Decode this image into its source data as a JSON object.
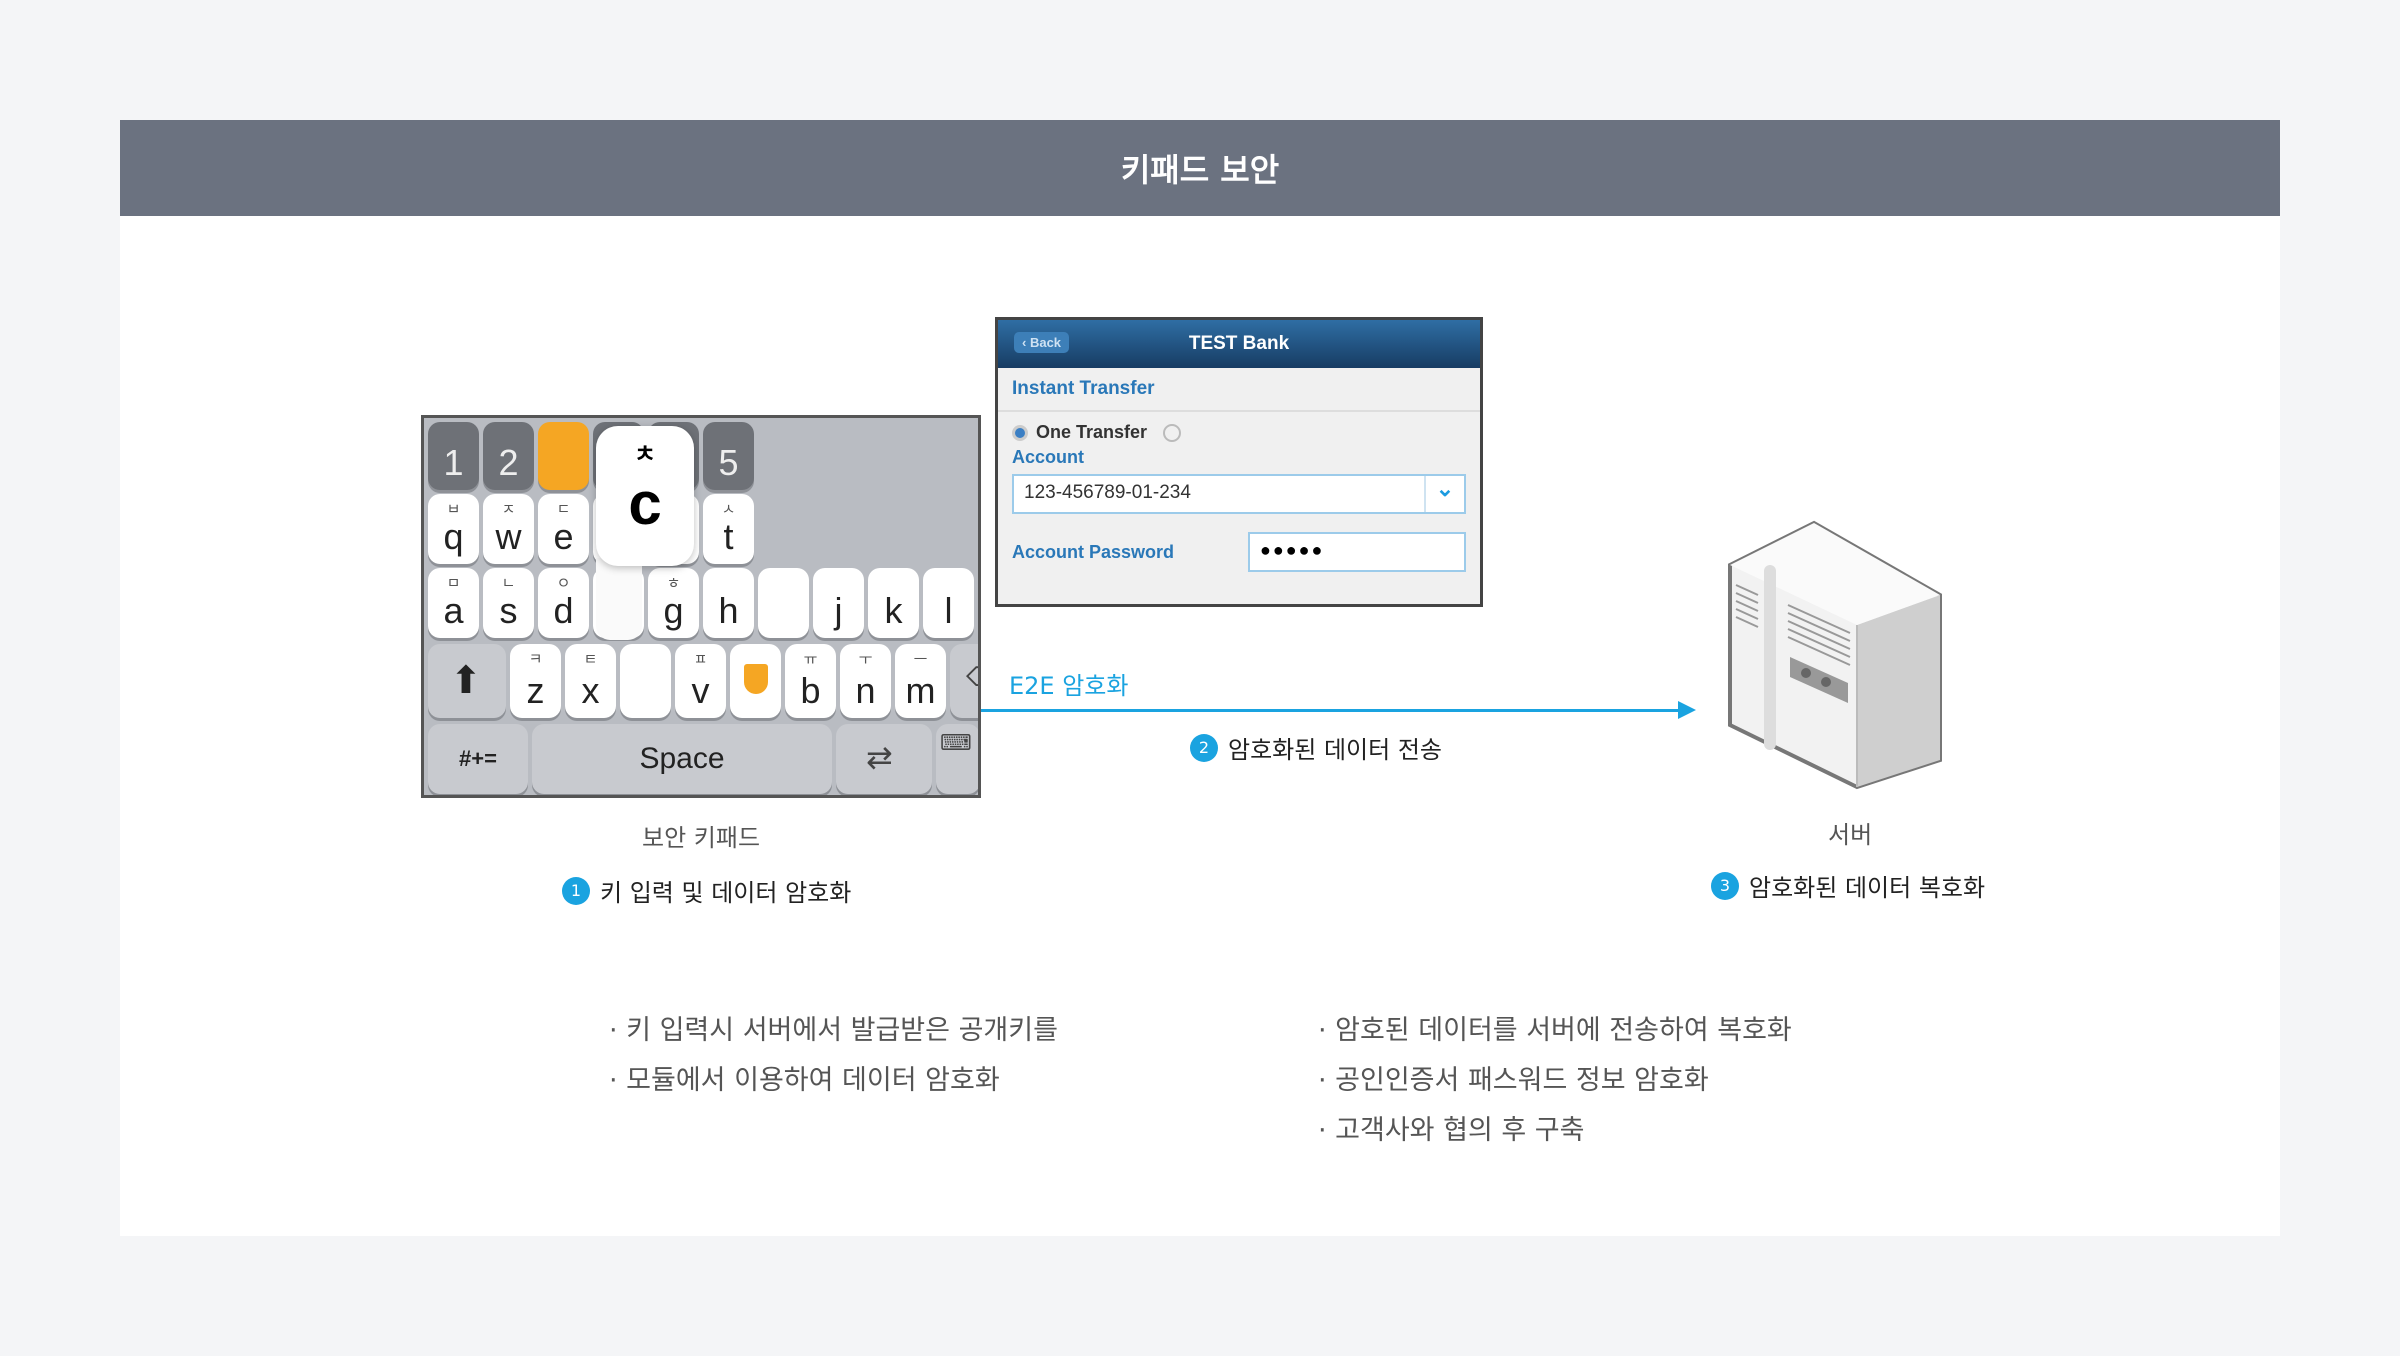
{
  "header": {
    "title": "키패드 보안"
  },
  "keyboard": {
    "number_row": [
      "1",
      "2",
      "",
      "",
      "",
      "5"
    ],
    "row1": [
      [
        "q",
        "ㅂ"
      ],
      [
        "w",
        "ㅈ"
      ],
      [
        "e",
        "ㄷ"
      ],
      [
        "",
        ""
      ],
      [
        "",
        ""
      ],
      [
        "t",
        "ㅅ"
      ]
    ],
    "row2": [
      [
        "a",
        "ㅁ"
      ],
      [
        "s",
        "ㄴ"
      ],
      [
        "d",
        "ㅇ"
      ],
      [
        "",
        ""
      ],
      [
        "g",
        "ㅎ"
      ],
      [
        "h",
        ""
      ],
      [
        "",
        ""
      ],
      [
        "j",
        ""
      ],
      [
        "k",
        ""
      ],
      [
        "l",
        ""
      ]
    ],
    "row3": [
      [
        "z",
        "ㅋ"
      ],
      [
        "x",
        "ㅌ"
      ],
      [
        "",
        ""
      ],
      [
        "v",
        "ㅍ"
      ],
      [
        "",
        ""
      ],
      [
        "b",
        "ㅠ"
      ],
      [
        "n",
        "ㅜ"
      ],
      [
        "m",
        "ㅡ"
      ]
    ],
    "popup_sub": "ㅊ",
    "popup_main": "c",
    "sym_label": "#+=",
    "space_label": "Space",
    "caption": "보안 키패드"
  },
  "bank": {
    "back": "Back",
    "title": "TEST Bank",
    "section": "Instant Transfer",
    "radio_label": "One Transfer",
    "account_label": "Account",
    "account_value": "123-456789-01-234",
    "password_label": "Account Password",
    "password_value": "●●●●●"
  },
  "flow": {
    "e2e": "E2E 암호화",
    "step1_num": "1",
    "step1": "키 입력 및 데이터 암호화",
    "step2_num": "2",
    "step2": "암호화된 데이터 전송",
    "step3_num": "3",
    "step3": "암호화된 데이터 복호화",
    "server_caption": "서버",
    "accent": "#1aa3e0"
  },
  "bullets": {
    "left": [
      "· 키 입력시 서버에서 발급받은 공개키를",
      "·  모듈에서 이용하여 데이터 암호화"
    ],
    "right": [
      "· 암호된 데이터를 서버에 전송하여 복호화",
      "· 공인인증서 패스워드 정보 암호화",
      "· 고객사와 협의 후 구축"
    ]
  }
}
